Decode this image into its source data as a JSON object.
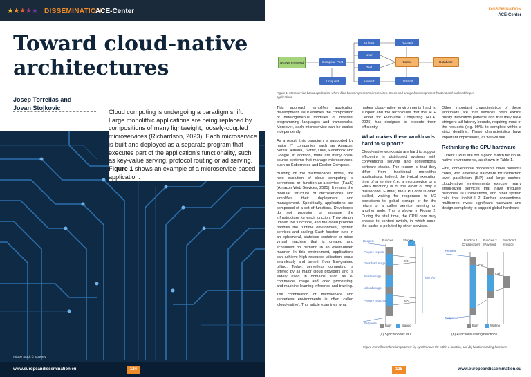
{
  "header": {
    "left_label": "DISSEMINATION",
    "left_center": "ACE-Center",
    "right_label": "DISSEMINATION",
    "right_center": "ACE-Center",
    "accent_color": "#f08b2a"
  },
  "article": {
    "title": "Toward cloud-native architectures",
    "authors": [
      "Josep Torrellas and",
      "Jovan Stojkovic"
    ],
    "lead_before_bold": "Cloud computing is undergoing a paradigm shift. Large monolithic applications are being replaced by compositions of many lightweight, loosely-coupled microservices (Richardson, 2023). Each microservice is built and deployed as a separate program that executes part of the application’s functionality, such as key-value serving, protocol routing or ad serving. ",
    "lead_bold": "Figure 1",
    "lead_after_bold": " shows an example of a microservice-based application."
  },
  "image_credit": "Adobe Stock © Eugeniy",
  "footer": {
    "left_url": "www.europeandissemination.eu",
    "left_page": "124",
    "right_page": "125",
    "right_url": "www.europeandissemination.eu"
  },
  "figure1": {
    "boxes": {
      "nginx": "NGINX Frontend",
      "compose": "Compose Post",
      "uniqueid": "UniqueId",
      "urlshort_top": "UrlShrt",
      "user": "User",
      "text": "Text",
      "homet": "HomeT",
      "rgraph": "RGraph",
      "cache": "Cache",
      "urlshort": "UrlShort",
      "database": "Database"
    },
    "caption": "Figure 1: Microservice-based application, where blue boxes represent microservices. Green and orange boxes represent frontend and backend helper applications."
  },
  "body": {
    "col1": [
      "This approach simplifies application development, as it enables the composition of heterogeneous modules of different programming languages and frameworks. Moreover, each microservice can be scaled independently.",
      "As a result, this paradigm is supported by major IT companies such as Amazon, Netflix, Alibaba, Twitter, Uber, Facebook and Google. In addition, there are many open-source systems that manage microservices, such as Kubernetes and Docker Compose.",
      "Building on the microservices model, the next evolution of cloud computing is serverless or function-as-a-service (FaaS) (Amazon Web Services, 2025). It retains the modular structure of microservices and simplifies their deployment and management. Specifically, applications are composed of a set of functions. Developers do not provision or manage the infrastructure for each function. They simply upload the functions, and the cloud provider handles the runtime environment, system services and scaling. Each function runs in an ephemeral, stateless container or micro virtual machine that is created and scheduled on demand in an event-driven manner. In this environment, applications can achieve high resource utilisation, scale seamlessly and benefit from fine-grained billing. Today, serverless computing is offered by all major cloud providers and is widely used in domains such as e-commerce, image and video processing, and machine learning inference and training.",
      "The combination of microservice and serverless environments is often called ‘cloud-native’. This article examines what"
    ],
    "col2_p1": "makes cloud-native environments hard to support and the techniques that the ACE Center for Evolvable Computing (ACE, 2025) has designed to execute them efficiently.",
    "col2_h": "What makes these workloads hard to support?",
    "col2_p2": "Cloud-native workloads are hard to support efficiently in distributed systems with conventional servers and conventional software stacks. The reason is that they differ from traditional monolithic applications. Indeed, the typical execution time of a service (i.e. a microservice or a FaaS function) is of the order of only a millisecond. Further, the CPU core is often stalled, waiting for responses to I/O operations to global storage or for the return of a callee service running on another node. This is shown in Figure 2. During the stall time, the CPU core may choose to context switch, in which case, the cache is polluted by other services.",
    "col3_p1": "Other important characteristics of these workloads are that services often exhibit bursty invocation patterns and that they have stringent tail-latency bounds, requiring most of the requests (e.g. 99%) to complete within a strict deadline. These characteristics have important implications, as we will see.",
    "col3_h": "Rethinking the CPU hardware",
    "col3_p2": "Current CPUs are not a good match for cloud-native environments, as shown in Table 1.",
    "col3_p3": "First, conventional processors have powerful cores, with extensive hardware for instruction level parallelism (ILP) and large caches; cloud-native environments execute many small-sized services that have frequent branches, I/O invocations, and other system calls that inhibit ILP. Further, conventional multicores invest significant hardware and design complexity to support global hardware"
  },
  "figure2": {
    "a_labels": {
      "request": "Request",
      "function": "Function",
      "storage": "Storage",
      "prepare_request": "Prepare request",
      "download_image": "Download image",
      "resize_image": "Resize image",
      "upload_image": "Upload image",
      "prepare_response": "Prepare response",
      "response": "Response",
      "io": "I/O",
      "time_io": "Time I/O",
      "busy": "Busy",
      "waiting": "Waiting",
      "subtitle": "(a) Synchronous I/O"
    },
    "b_labels": {
      "f1": "Function 1",
      "f1_sub": "(Create order)",
      "f2": "Function 2",
      "f2_sub": "(Payment)",
      "f3": "Function 3",
      "f3_sub": "(Invoice)",
      "request": "Request",
      "response": "Response",
      "call": "Call",
      "busy": "Busy",
      "waiting": "Waiting",
      "subtitle": "(b) Functions calling functions"
    },
    "caption": "Figure 2: Inefficient function patterns: (a) synchronous I/O within a function, and (b) functions calling functions.",
    "busy_color": "#8a8a8a",
    "waiting_color": "#4aa3df"
  }
}
